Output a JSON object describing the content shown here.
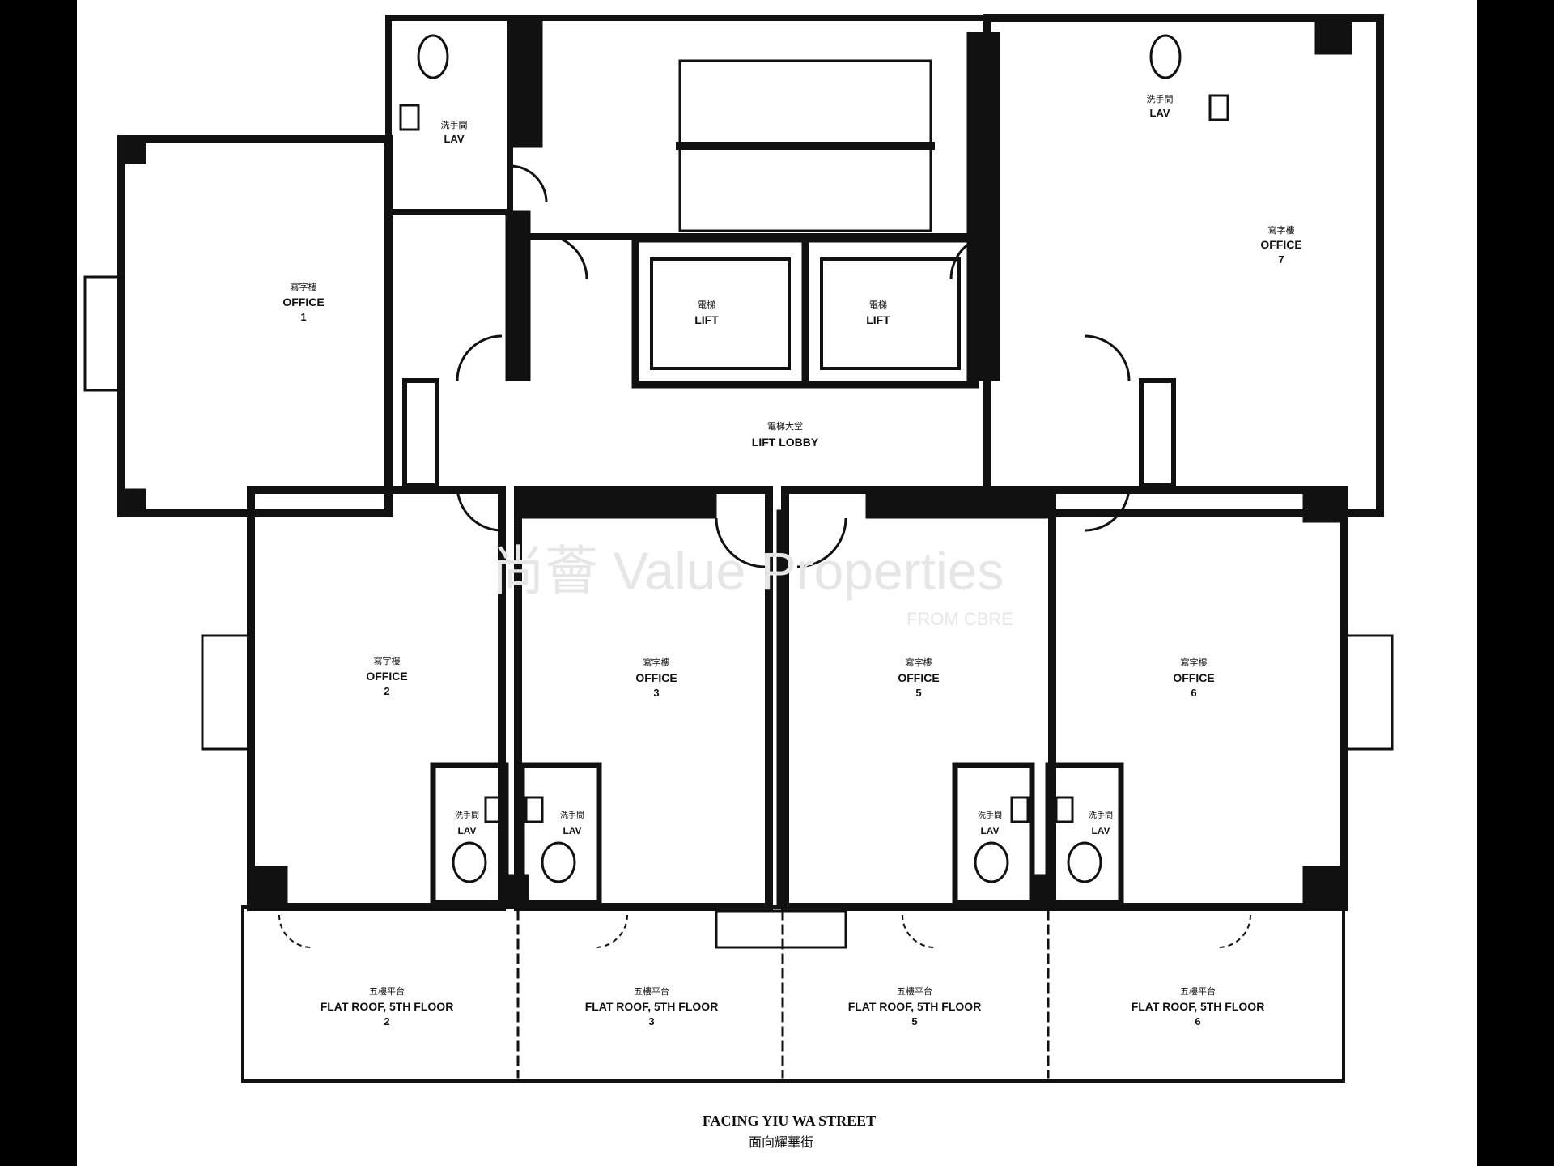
{
  "plan": {
    "lav_top_left": {
      "cn": "洗手間",
      "en": "LAV"
    },
    "lav_top_right": {
      "cn": "洗手間",
      "en": "LAV"
    },
    "office_1": {
      "cn": "寫字樓",
      "en": "OFFICE",
      "num": "1"
    },
    "office_7": {
      "cn": "寫字樓",
      "en": "OFFICE",
      "num": "7"
    },
    "lift_left": {
      "cn": "電梯",
      "en": "LIFT"
    },
    "lift_right": {
      "cn": "電梯",
      "en": "LIFT"
    },
    "lift_lobby": {
      "cn": "電梯大堂",
      "en": "LIFT LOBBY"
    },
    "office_2": {
      "cn": "寫字樓",
      "en": "OFFICE",
      "num": "2"
    },
    "office_3": {
      "cn": "寫字樓",
      "en": "OFFICE",
      "num": "3"
    },
    "office_5": {
      "cn": "寫字樓",
      "en": "OFFICE",
      "num": "5"
    },
    "office_6": {
      "cn": "寫字樓",
      "en": "OFFICE",
      "num": "6"
    },
    "lav_2": {
      "cn": "洗手間",
      "en": "LAV"
    },
    "lav_3": {
      "cn": "洗手間",
      "en": "LAV"
    },
    "lav_5": {
      "cn": "洗手間",
      "en": "LAV"
    },
    "lav_6": {
      "cn": "洗手間",
      "en": "LAV"
    },
    "roof_2": {
      "cn": "五樓平台",
      "en": "FLAT ROOF, 5TH FLOOR",
      "num": "2"
    },
    "roof_3": {
      "cn": "五樓平台",
      "en": "FLAT ROOF, 5TH FLOOR",
      "num": "3"
    },
    "roof_5": {
      "cn": "五樓平台",
      "en": "FLAT ROOF, 5TH FLOOR",
      "num": "5"
    },
    "roof_6": {
      "cn": "五樓平台",
      "en": "FLAT ROOF, 5TH FLOOR",
      "num": "6"
    },
    "street_en": "FACING YIU WA STREET",
    "street_cn": "面向耀華街"
  },
  "watermark": {
    "brand": "尚薈 Value Properties",
    "sub": "FROM CBRE"
  },
  "colors": {
    "background": "#000000",
    "paper": "#ffffff",
    "ink": "#111111",
    "watermark": "#e6e6e6"
  }
}
